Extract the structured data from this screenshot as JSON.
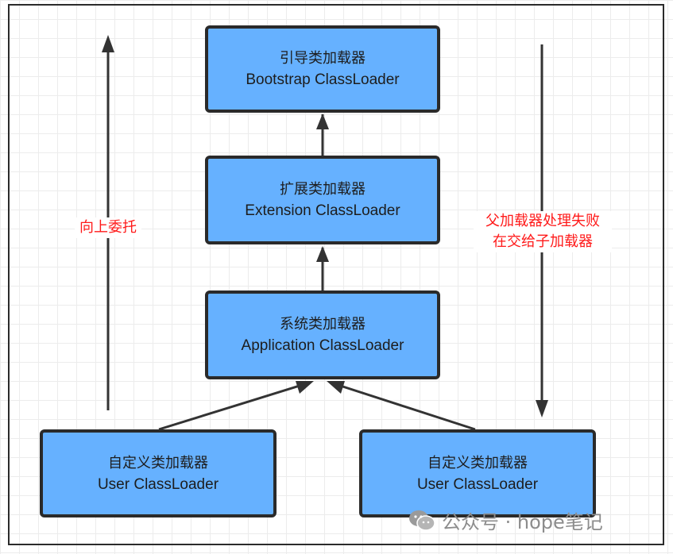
{
  "diagram": {
    "boxes": {
      "bootstrap": {
        "zh": "引导类加载器",
        "en": "Bootstrap ClassLoader"
      },
      "extension": {
        "zh": "扩展类加载器",
        "en": "Extension ClassLoader"
      },
      "application": {
        "zh": "系统类加载器",
        "en": "Application ClassLoader"
      },
      "user_left": {
        "zh": "自定义类加载器",
        "en": "User ClassLoader"
      },
      "user_right": {
        "zh": "自定义类加载器",
        "en": "User ClassLoader"
      }
    },
    "labels": {
      "up_delegate": "向上委托",
      "down_fallback_line1": "父加载器处理失败",
      "down_fallback_line2": "在交给子加载器"
    },
    "colors": {
      "box_fill": "#66b1ff",
      "box_border": "#2a2a2a",
      "label_red": "#ff1a1a",
      "arrow": "#333333"
    }
  },
  "watermark": {
    "icon": "wechat-icon",
    "text": "公众号 · hope笔记"
  }
}
